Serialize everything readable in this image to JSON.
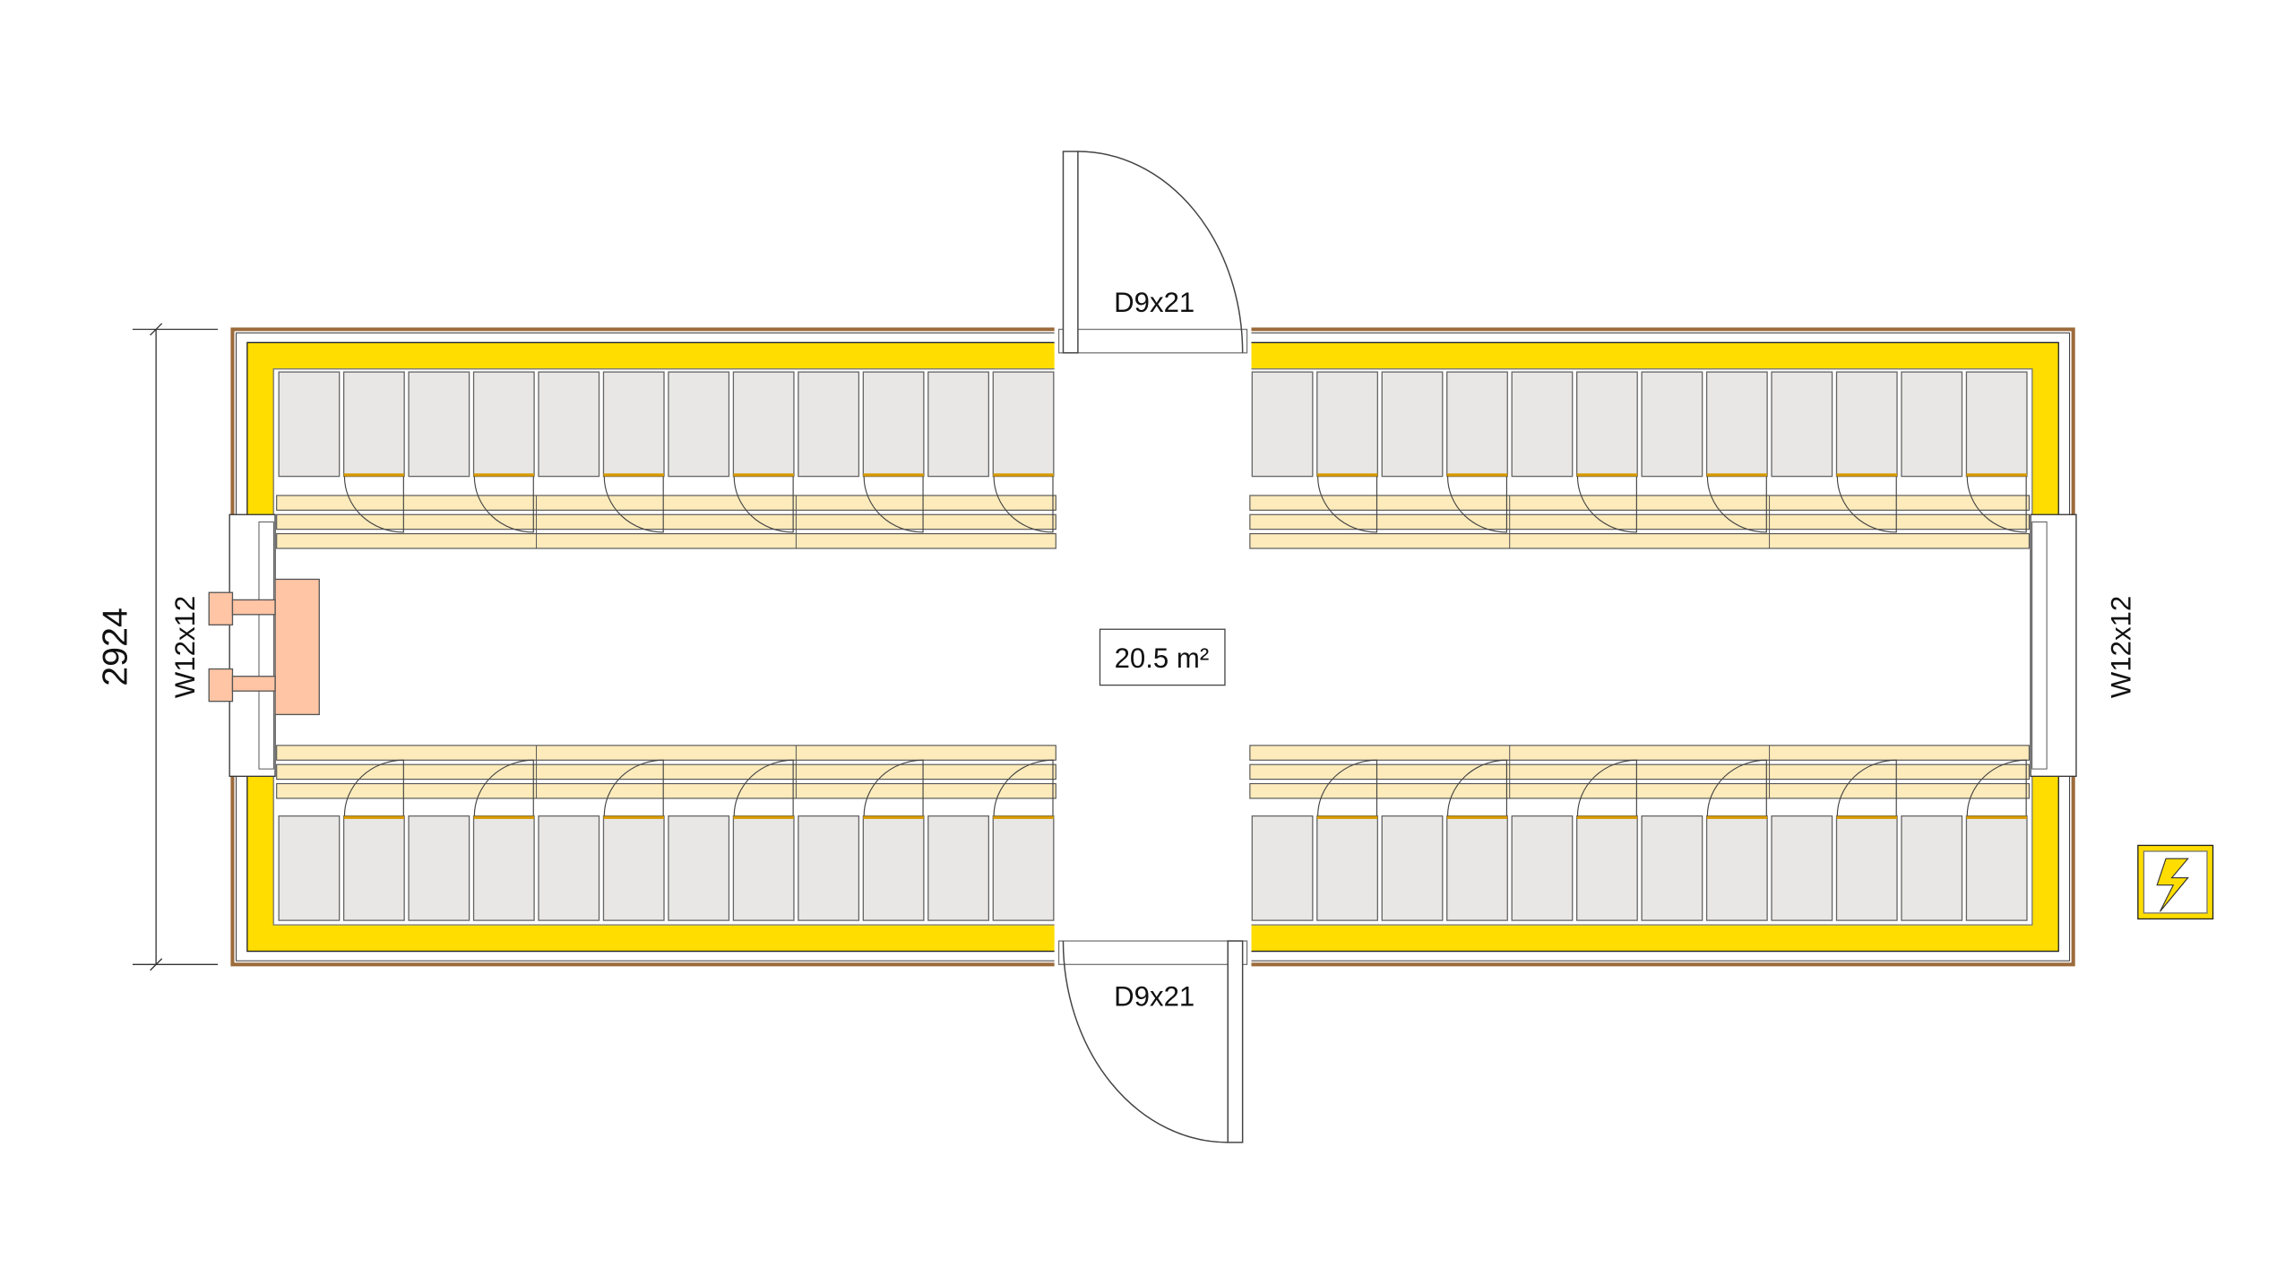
{
  "room": {
    "area_label": "20.5 m²"
  },
  "doors": [
    {
      "label": "D9x21"
    },
    {
      "label": "D9x21"
    }
  ],
  "windows": [
    {
      "label": "W12x12"
    },
    {
      "label": "W12x12"
    }
  ],
  "dimensions": {
    "height_label": "2924"
  },
  "lockers": {
    "per_block": 12,
    "blocks": 4
  },
  "icons": {
    "electric": "lightning-bolt-icon"
  },
  "colors": {
    "wall": "#9c6b3c",
    "insulation": "#ffdd00",
    "locker": "#e8e7e5",
    "bench": "#fdebbb",
    "heater": "#ffc5a5",
    "locker_handle": "#d89a00"
  }
}
